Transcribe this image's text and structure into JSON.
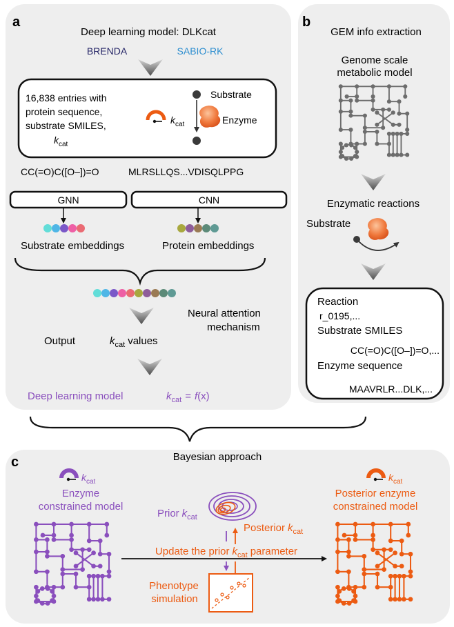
{
  "panel_a": {
    "letter": "a",
    "title": "Deep learning model: DLKcat",
    "db1": "BRENDA",
    "db2": "SABIO-RK",
    "entries_lines": [
      "16,838 entries with",
      "protein sequence,",
      "substrate SMILES,"
    ],
    "kcat_k": "k",
    "kcat_sub": "cat",
    "substrate_label": "Substrate",
    "enzyme_label": "Enzyme",
    "smiles": "CC(=O)C([O–])=O",
    "sequence": "MLRSLLQS...VDISQLPPG",
    "gnn": "GNN",
    "cnn": "CNN",
    "substrate_embeddings": "Substrate embeddings",
    "protein_embeddings": "Protein embeddings",
    "neural_line1": "Neural attention",
    "neural_line2": "mechanism",
    "output": "Output",
    "values_word": "values",
    "dl_model": "Deep learning model",
    "formula_eq": "=",
    "formula_f": "f",
    "formula_x": "(x)"
  },
  "panel_b": {
    "letter": "b",
    "title": "GEM info extraction",
    "gsm_line1": "Genome scale",
    "gsm_line2": "metabolic model",
    "enzymatic_reactions": "Enzymatic reactions",
    "substrate": "Substrate",
    "reaction": "Reaction",
    "reaction_id": "r_0195,...",
    "substrate_smiles": "Substrate SMILES",
    "smiles_value": "CC(=O)C([O–])=O,...",
    "enzyme_sequence": "Enzyme sequence",
    "sequence_value": "MAAVRLR...DLK,..."
  },
  "panel_c": {
    "letter": "c",
    "title": "Bayesian approach",
    "enzyme_line1": "Enzyme",
    "enzyme_line2": "constrained model",
    "posterior_line1": "Posterior enzyme",
    "posterior_line2": "constrained model",
    "prior": "Prior",
    "posterior": "Posterior",
    "update_prefix": "Update the prior",
    "update_suffix": "parameter",
    "phenotype_line1": "Phenotype",
    "phenotype_line2": "simulation"
  },
  "colors": {
    "panel_bg": "#eeeeee",
    "purple": "#8a4fbd",
    "orange": "#ec5b12",
    "navy": "#242466",
    "blue": "#2f8fd0",
    "node_gray": "#6d6d6d",
    "arrow_gray": "#6a6a6a",
    "substrate_dots": [
      "#62ddd8",
      "#4fb6e6",
      "#7a58c8",
      "#ee5fa5",
      "#ea6a73"
    ],
    "protein_dots": [
      "#a8a83e",
      "#8e5d9a",
      "#9a7a54",
      "#5c8a78",
      "#5f9a94"
    ]
  }
}
